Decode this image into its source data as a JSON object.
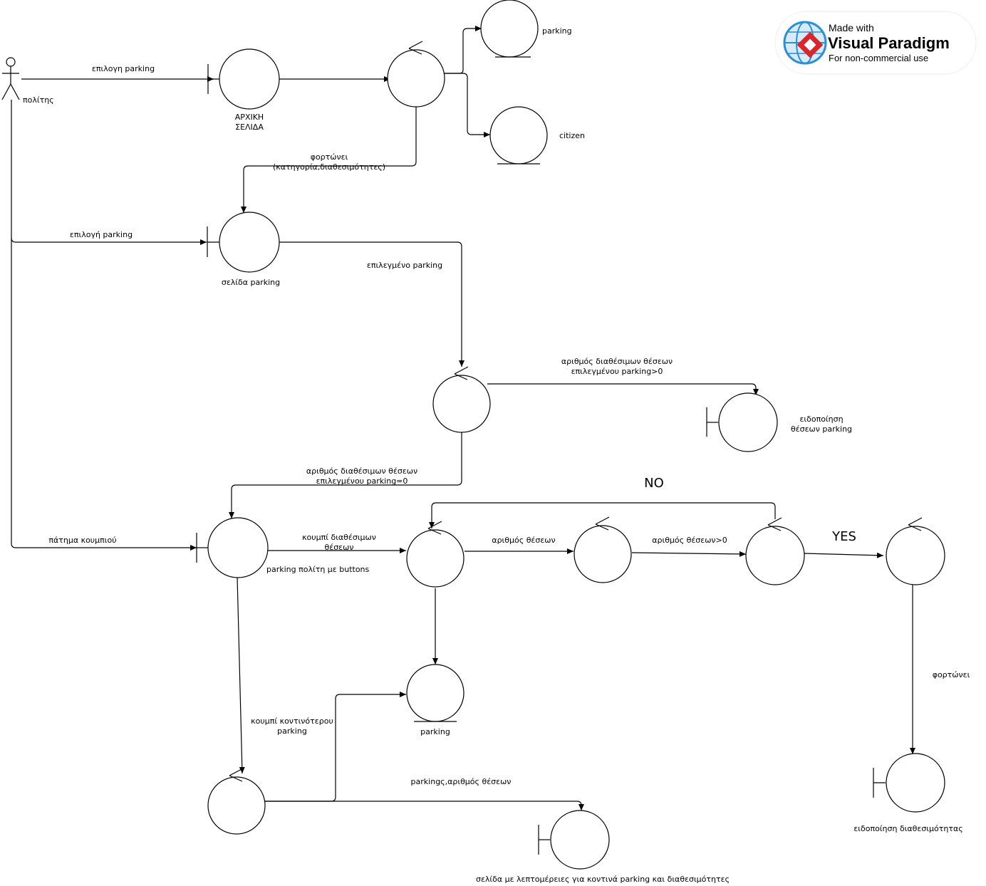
{
  "actor": {
    "label": "πολίτης"
  },
  "nodes": {
    "home_page": {
      "label_line1": "ΑΡΧΙΚΗ",
      "label_line2": "ΣΕΛΙΔΑ"
    },
    "entity_parking_top": {
      "label": "parking"
    },
    "entity_citizen": {
      "label": "citizen"
    },
    "parking_page": {
      "label": "σελίδα parking"
    },
    "notify_parking_spots": {
      "label_line1": "ειδοποίηση",
      "label_line2": "θέσεων parking"
    },
    "citizen_parking_buttons": {
      "label": "parking  πολίτη με buttons"
    },
    "entity_parking_bottom": {
      "label": "parking"
    },
    "nearby_details_page": {
      "label": "σελίδα με λεπτομέρειες για κοντινά parking και διαθεσιμότητες"
    },
    "availability_notification": {
      "label": "ειδοποίηση διαθεσιμότητας"
    }
  },
  "edges": {
    "select_parking_1": "επιλογη  parking",
    "loads_categories_line1": "φορτώνει",
    "loads_categories_line2": "(κατηγορία,διαθεσιμότητες)",
    "select_parking_2": "επιλογή parking",
    "selected_parking": "επιλεγμένο parking",
    "available_gt0_line1": "αριθμός διαθέσιμων θέσεων",
    "available_gt0_line2": "επιλεγμένου  parking>0",
    "available_eq0_line1": "αριθμός διαθέσιμων θέσεων",
    "available_eq0_line2": "επιλεγμένου parking=0",
    "button_press": "πάτημα κουμπιού",
    "available_spots_button_line1": "κουμπί διαθέσιμων",
    "available_spots_button_line2": "θέσεων",
    "spots_count": "αριθμός θέσεων",
    "spots_gt0": "αριθμός θέσεων>0",
    "no": "NO",
    "yes": "YES",
    "nearest_button_line1": "κουμπί κοντινότερου",
    "nearest_button_line2": "parking",
    "parkings_spots": "parkingς,αριθμός θέσεων",
    "loads": "φορτώνει"
  },
  "watermark": {
    "made_with": "Made with",
    "brand": "Visual Paradigm",
    "note": "For non-commercial use"
  },
  "colors": {
    "stroke": "#000000",
    "background": "#ffffff",
    "watermark_red": "#d9262c",
    "watermark_blue": "#2a8fd4"
  }
}
